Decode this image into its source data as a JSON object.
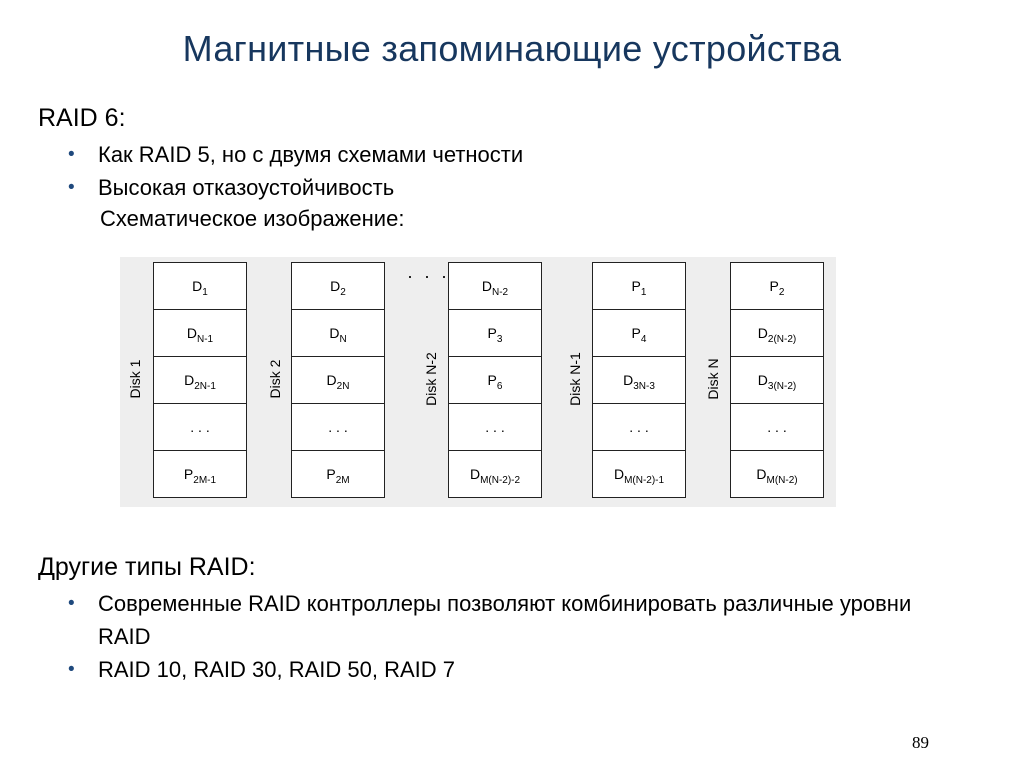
{
  "title": "Магнитные запоминающие устройства",
  "section1": {
    "heading": "RAID 6:",
    "bullets": [
      "Как RAID 5, но с двумя схемами четности",
      "Высокая отказоустойчивость"
    ],
    "caption": "Схематическое изображение:"
  },
  "diagram": {
    "between_ellipsis": "· · ·",
    "disks": [
      {
        "label": "Disk 1",
        "cells": [
          [
            "D",
            "1"
          ],
          [
            "D",
            "N-1"
          ],
          [
            "D",
            "2N-1"
          ],
          [
            ". . .",
            ""
          ],
          [
            "P",
            "2M-1"
          ]
        ]
      },
      {
        "label": "Disk 2",
        "cells": [
          [
            "D",
            "2"
          ],
          [
            "D",
            "N"
          ],
          [
            "D",
            "2N"
          ],
          [
            ". . .",
            ""
          ],
          [
            "P",
            "2M"
          ]
        ]
      },
      {
        "label": "Disk N-2",
        "cells": [
          [
            "D",
            "N-2"
          ],
          [
            "P",
            "3"
          ],
          [
            "P",
            "6"
          ],
          [
            ". . .",
            ""
          ],
          [
            "D",
            "M(N-2)-2"
          ]
        ]
      },
      {
        "label": "Disk N-1",
        "cells": [
          [
            "P",
            "1"
          ],
          [
            "P",
            "4"
          ],
          [
            "D",
            "3N-3"
          ],
          [
            ". . .",
            ""
          ],
          [
            "D",
            "M(N-2)-1"
          ]
        ]
      },
      {
        "label": "Disk N",
        "cells": [
          [
            "P",
            "2"
          ],
          [
            "D",
            "2(N-2)"
          ],
          [
            "D",
            "3(N-2)"
          ],
          [
            ". . .",
            ""
          ],
          [
            "D",
            "M(N-2)"
          ]
        ]
      }
    ]
  },
  "section2": {
    "heading": "Другие типы RAID:",
    "bullets": [
      "Современные RAID контроллеры позволяют комбинировать различные уровни RAID",
      "RAID 10, RAID 30, RAID 50, RAID 7"
    ]
  },
  "page_number": "89"
}
